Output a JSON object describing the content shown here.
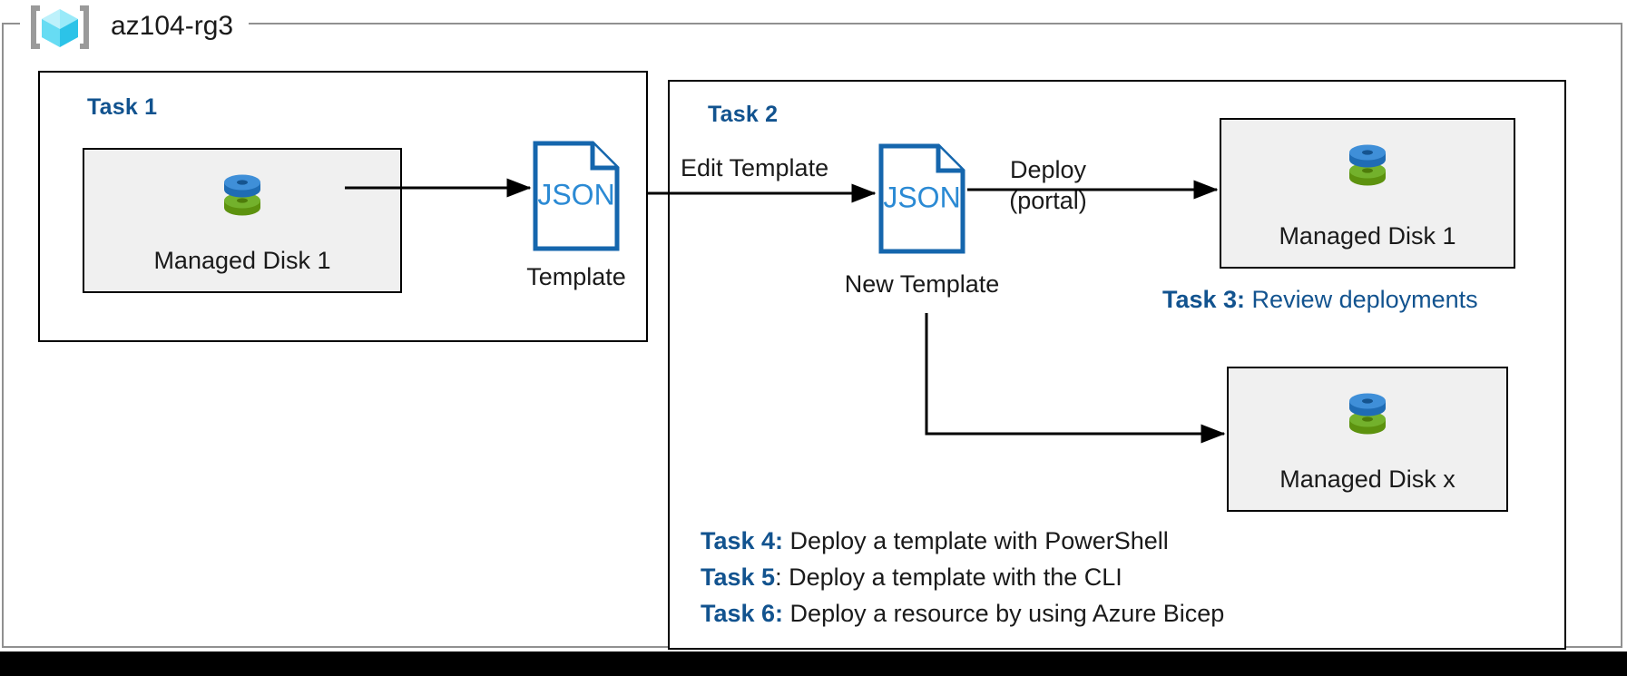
{
  "resource_group": {
    "name": "az104-rg3",
    "icon": "azure-resource-group-icon"
  },
  "task1": {
    "heading": "Task 1",
    "resource": {
      "label": "Managed Disk 1",
      "icon": "managed-disk-icon"
    },
    "template": {
      "icon_text": "JSON",
      "caption": "Template"
    }
  },
  "task2": {
    "heading": "Task 2",
    "edit_label": "Edit Template",
    "new_template": {
      "icon_text": "JSON",
      "caption": "New Template"
    },
    "deploy_label_line1": "Deploy",
    "deploy_label_line2": "(portal)",
    "deployed_resource_1": {
      "label": "Managed Disk 1",
      "icon": "managed-disk-icon"
    },
    "deployed_resource_2": {
      "label": "Managed Disk x",
      "icon": "managed-disk-icon"
    }
  },
  "notes": {
    "task3": {
      "prefix": "Task 3:",
      "body": " Review deployments"
    },
    "task4": {
      "prefix": "Task 4:",
      "body": " Deploy a template with PowerShell"
    },
    "task5": {
      "prefix": "Task 5",
      "body": ": Deploy a template with the CLI"
    },
    "task6": {
      "prefix": "Task 6:",
      "body": " Deploy a resource by using Azure Bicep"
    }
  },
  "colors": {
    "accent_blue": "#12538f",
    "json_blue": "#1566ad",
    "disk_blue": "#3f8fd8",
    "disk_green": "#73b12c",
    "cube_cyan": "#50dcf5",
    "bracket_gray": "#9a9a9a",
    "box_fill": "#f0f0f0",
    "outline": "#000000",
    "rg_border": "#909090"
  }
}
